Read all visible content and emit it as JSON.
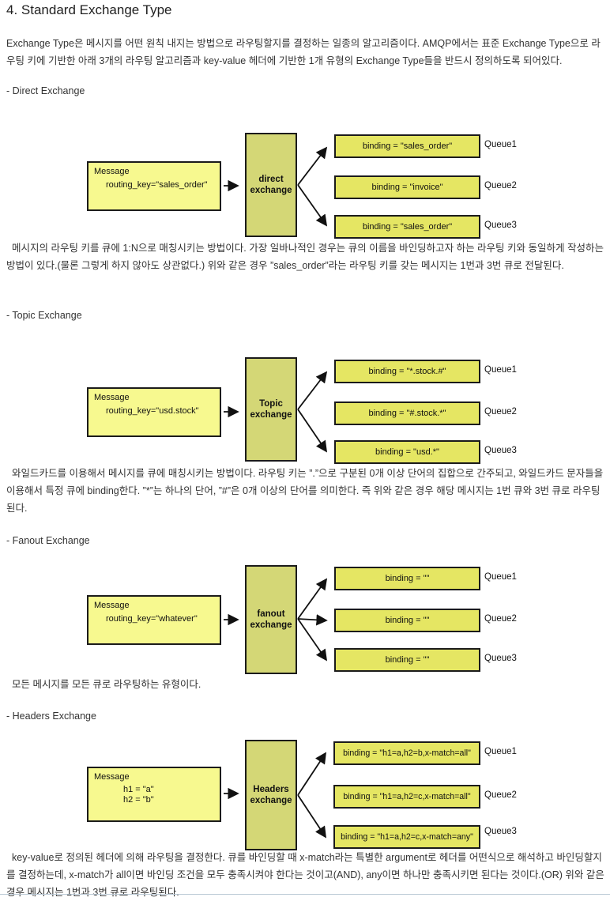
{
  "title": "4. Standard Exchange Type",
  "intro": "Exchange Type은 메시지를 어떤 원칙 내지는 방법으로 라우팅할지를 결정하는 일종의 알고리즘이다. AMQP에서는 표준 Exchange Type으로 라우팅 키에 기반한 아래 3개의 라우팅 알고리즘과 key-value 헤더에 기반한 1개 유형의 Exchange Type들을 반드시 정의하도록 되어있다.",
  "colors": {
    "message_box": "#F7F98F",
    "exchange_box": "#D4D776",
    "binding_box": "#E5E663",
    "box_border": "#1b1b1b",
    "body_text": "#333333"
  },
  "sections": [
    {
      "heading": "- Direct Exchange",
      "body": "메시지의 라우팅 키를 큐에 1:N으로 매칭시키는 방법이다. 가장 일바나적인 경우는 큐의 이름을 바인딩하고자 하는 라우팅 키와 동일하게 작성하는 방법이 있다.(물론 그렇게 하지 않아도 상관없다.) 위와 같은 경우 ”sales_order”라는 라우팅 키를 갖는 메시지는 1번과 3번 큐로 전달된다.",
      "diagram": {
        "message_label": "Message",
        "message_line1": "routing_key=\"sales_order\"",
        "exchange_line1": "direct",
        "exchange_line2": "exchange",
        "bindings": [
          {
            "label": "binding = \"sales_order\"",
            "queue": "Queue1"
          },
          {
            "label": "binding = \"invoice\"",
            "queue": "Queue2"
          },
          {
            "label": "binding = \"sales_order\"",
            "queue": "Queue3"
          }
        ],
        "routed_queues": "Queue1, Queue3"
      }
    },
    {
      "heading": "- Topic Exchange",
      "body": "와일드카드를 이용해서 메시지를 큐에 매칭시키는 방법이다. 라우팅 키는 ”.”으로 구분된 0개 이상 단어의 집합으로 간주되고, 와일드카드 문자들을 이용해서 특정 큐에 binding한다. ”*”는 하나의 단어, ”#”은 0개 이상의 단어를 의미한다. 즉 위와 같은 경우 해당 메시지는 1번 큐와 3번 큐로 라우팅 된다.",
      "diagram": {
        "message_label": "Message",
        "message_line1": "routing_key=\"usd.stock\"",
        "exchange_line1": "Topic",
        "exchange_line2": "exchange",
        "bindings": [
          {
            "label": "binding = \"*.stock.#\"",
            "queue": "Queue1"
          },
          {
            "label": "binding = \"#.stock.*\"",
            "queue": "Queue2"
          },
          {
            "label": "binding = \"usd.*\"",
            "queue": "Queue3"
          }
        ],
        "routed_queues": "Queue1, Queue3"
      }
    },
    {
      "heading": "- Fanout Exchange",
      "body": "모든 메시지를 모든 큐로 라우팅하는 유형이다.",
      "diagram": {
        "message_label": "Message",
        "message_line1": "routing_key=\"whatever\"",
        "exchange_line1": "fanout",
        "exchange_line2": "exchange",
        "bindings": [
          {
            "label": "binding = \"\"",
            "queue": "Queue1"
          },
          {
            "label": "binding = \"\"",
            "queue": "Queue2"
          },
          {
            "label": "binding = \"\"",
            "queue": "Queue3"
          }
        ],
        "routed_queues": "Queue1, Queue2, Queue3"
      }
    },
    {
      "heading": "- Headers Exchange",
      "body": "key-value로 정의된 헤더에 의해 라우팅을 결정한다. 큐를 바인딩할 때 x-match라는 특별한 argument로 헤더를 어떤식으로 해석하고 바인딩할지를 결정하는데, x-match가 all이면 바인딩 조건을 모두 충족시켜야 한다는 것이고(AND), any이면 하나만 충족시키면 된다는 것이다.(OR) 위와 같은 경우 메시지는 1번과 3번 큐로 라우팅된다.",
      "diagram": {
        "message_label": "Message",
        "message_line1": "h1 = \"a\"",
        "message_line2": "h2 = \"b\"",
        "exchange_line1": "Headers",
        "exchange_line2": "exchange",
        "bindings": [
          {
            "label": "binding = \"h1=a,h2=b,x-match=all\"",
            "queue": "Queue1"
          },
          {
            "label": "binding = \"h1=a,h2=c,x-match=all\"",
            "queue": "Queue2"
          },
          {
            "label": "binding = \"h1=a,h2=c,x-match=any\"",
            "queue": "Queue3"
          }
        ],
        "routed_queues": "Queue1, Queue3"
      }
    }
  ]
}
